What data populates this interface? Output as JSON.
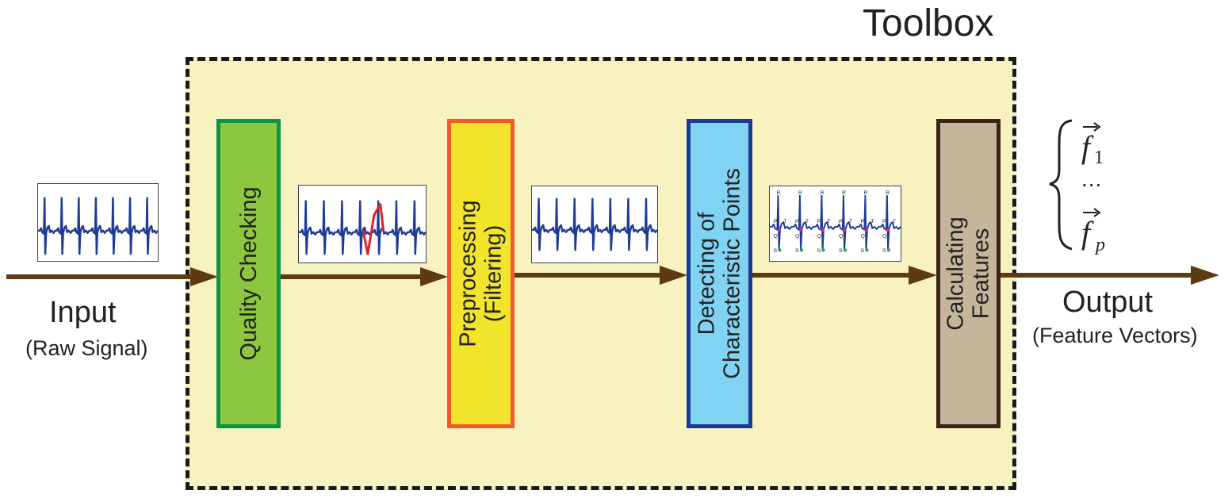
{
  "diagram": {
    "toolbox_label": "Toolbox",
    "input": {
      "title": "Input",
      "subtitle": "(Raw Signal)"
    },
    "output": {
      "title": "Output",
      "subtitle": "(Feature Vectors)"
    },
    "steps": [
      {
        "lines": [
          "Quality Checking"
        ],
        "fill": "#8dc63f",
        "border": "#0b9444"
      },
      {
        "lines": [
          "Preprocessing",
          "(Filtering)"
        ],
        "fill": "#f2e42a",
        "border": "#f15a29"
      },
      {
        "lines": [
          "Detecting of",
          "Characteristic Points"
        ],
        "fill": "#80d3f3",
        "border": "#1b3a93"
      },
      {
        "lines": [
          "Calculating",
          "Features"
        ],
        "fill": "#c4b59b",
        "border": "#3b2416"
      }
    ],
    "feature_vectors": {
      "first": "f",
      "first_sub": "1",
      "ellipsis": "...",
      "last": "f",
      "last_sub": "p"
    },
    "wave_labels": {
      "r": "R",
      "t": "T",
      "p": "P",
      "q": "Q",
      "s": "S"
    },
    "colors": {
      "toolbox_fill": "#f8f1c0",
      "arrow": "#5c3a12",
      "signal": "#1f3b9a",
      "artifact": "#e0202a",
      "r_marker": "#d9257a",
      "s_marker": "#22a84a"
    }
  }
}
